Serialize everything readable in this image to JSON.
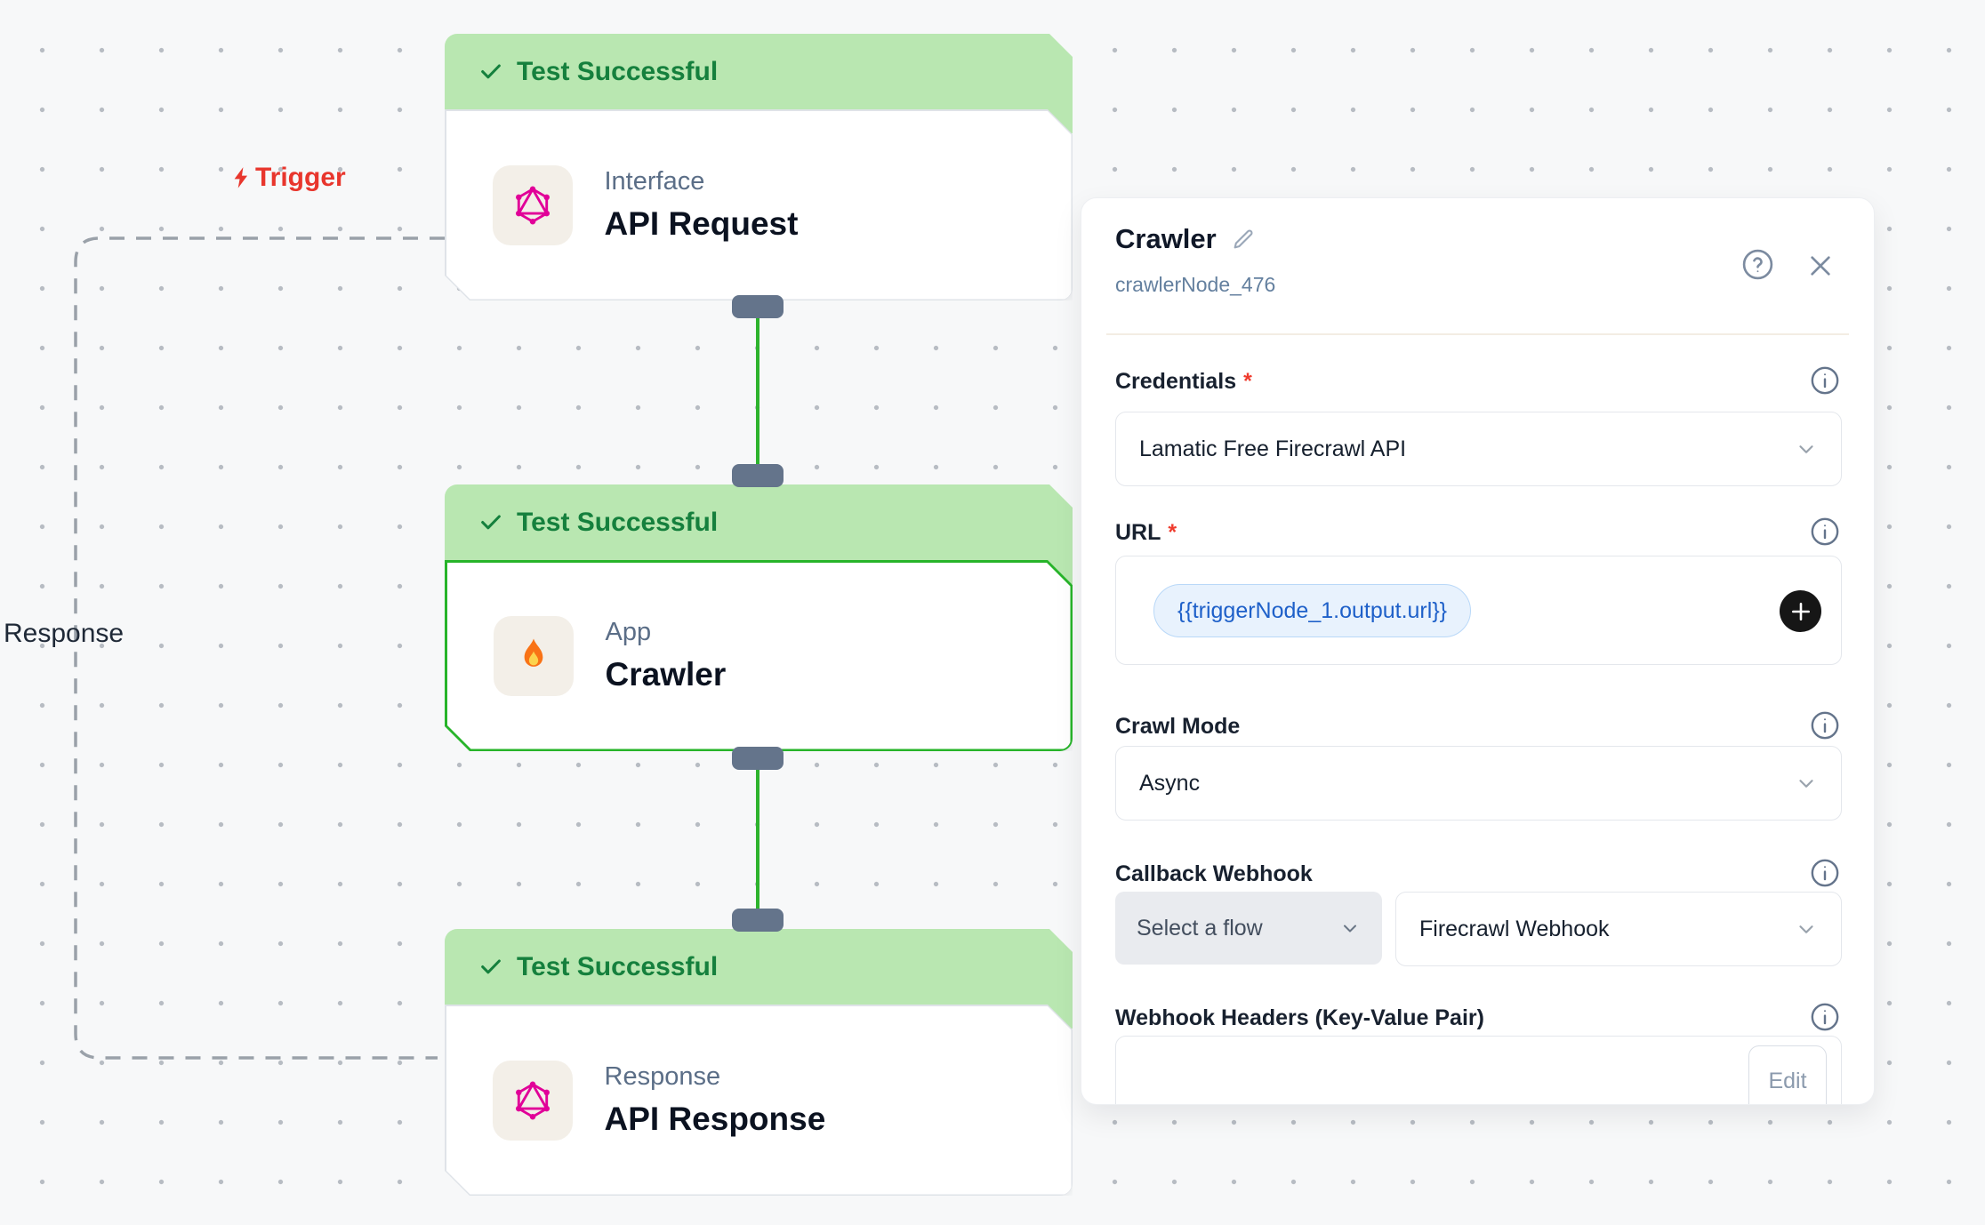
{
  "canvas": {
    "edge_labels": {
      "trigger": "Trigger",
      "response": "Response"
    },
    "nodes": [
      {
        "status": "Test Successful",
        "category": "Interface",
        "title": "API Request",
        "icon": "graphql-icon"
      },
      {
        "status": "Test Successful",
        "category": "App",
        "title": "Crawler",
        "icon": "fire-icon",
        "selected": true
      },
      {
        "status": "Test Successful",
        "category": "Response",
        "title": "API Response",
        "icon": "graphql-icon"
      }
    ]
  },
  "panel": {
    "title": "Crawler",
    "node_id": "crawlerNode_476",
    "required_marker": "*",
    "credentials": {
      "label": "Credentials",
      "required": true,
      "value": "Lamatic Free Firecrawl API"
    },
    "url": {
      "label": "URL",
      "required": true,
      "chip": "{{triggerNode_1.output.url}}"
    },
    "crawl_mode": {
      "label": "Crawl Mode",
      "value": "Async"
    },
    "callback_webhook": {
      "label": "Callback Webhook",
      "flow_placeholder": "Select a flow",
      "value": "Firecrawl Webhook"
    },
    "webhook_headers": {
      "label": "Webhook Headers (Key-Value Pair)",
      "edit_label": "Edit"
    }
  },
  "colors": {
    "accent_green": "#2db32d",
    "selected_border_green": "#27b42a",
    "banner_green": "#b9e7b1",
    "banner_text_green": "#15803d",
    "trigger_red": "#e8362d",
    "handle_slate": "#64748b",
    "graphql_pink": "#e10098",
    "chip_text_blue": "#1e60c9",
    "chip_bg_blue": "#e8f2fd",
    "canvas_bg": "#f7f8f9"
  },
  "icons": [
    "check-icon",
    "graphql-icon",
    "fire-icon",
    "lightning-icon",
    "pencil-icon",
    "help-icon",
    "close-icon",
    "info-icon",
    "chevron-down-icon",
    "plus-icon"
  ]
}
